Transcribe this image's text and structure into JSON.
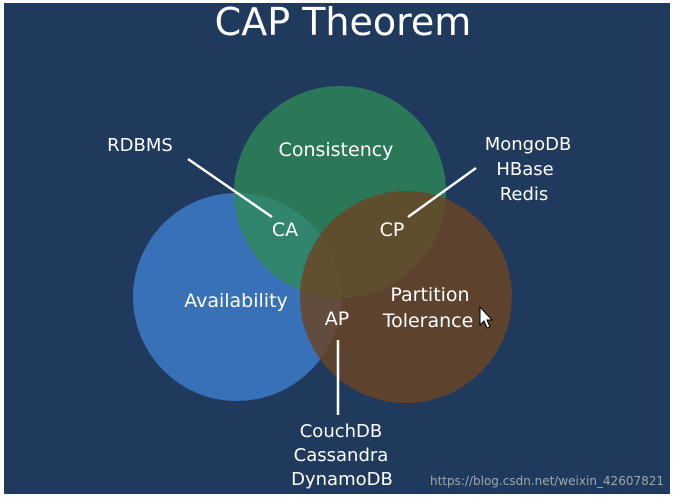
{
  "title": "CAP Theorem",
  "circles": {
    "consistency": "Consistency",
    "availability": "Availability",
    "partition_line1": "Partition",
    "partition_line2": "Tolerance"
  },
  "intersections": {
    "ca": "CA",
    "cp": "CP",
    "ap": "AP"
  },
  "examples": {
    "ca": [
      "RDBMS"
    ],
    "cp": [
      "MongoDB",
      "HBase",
      "Redis"
    ],
    "ap": [
      "CouchDB",
      "Cassandra",
      "DynamoDB"
    ]
  },
  "watermark": "https://blog.csdn.net/weixin_42607821",
  "colors": {
    "background": "#1f3a5c",
    "consistency": "#2e8b57",
    "availability": "#3b78c2",
    "partition": "#6b4423"
  }
}
